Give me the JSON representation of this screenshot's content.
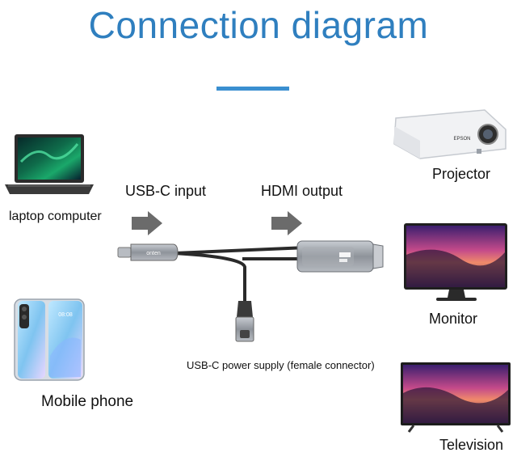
{
  "title": "Connection diagram",
  "inputs": {
    "laptop_label": "laptop computer",
    "phone_label": "Mobile phone",
    "phone_time": "08:08"
  },
  "cable": {
    "usbc_input_label": "USB-C input",
    "hdmi_output_label": "HDMI output",
    "power_label": "USB-C power supply (female connector)",
    "brand": "onten"
  },
  "outputs": {
    "projector_label": "Projector",
    "projector_brand": "EPSON",
    "monitor_label": "Monitor",
    "television_label": "Television"
  },
  "colors": {
    "title": "#2f7fbf",
    "accent_bar": "#3a8fd0",
    "arrow": "#6b6b6b",
    "cable": "#2a2a2a",
    "connector_body": "#9a9ea4"
  }
}
